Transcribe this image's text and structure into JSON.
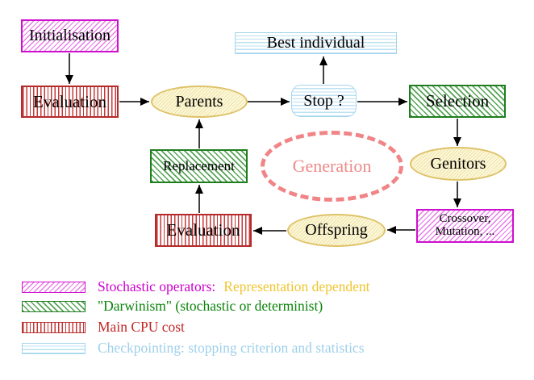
{
  "diagram": {
    "nodes": {
      "initialisation": {
        "label": "Initialisation",
        "style": "stochastic-operator"
      },
      "evaluation_top": {
        "label": "Evaluation",
        "style": "main-cpu-cost"
      },
      "parents": {
        "label": "Parents",
        "style": "population"
      },
      "best_individual": {
        "label": "Best individual",
        "style": "checkpointing"
      },
      "stop": {
        "label": "Stop ?",
        "style": "checkpointing"
      },
      "selection": {
        "label": "Selection",
        "style": "darwinism"
      },
      "genitors": {
        "label": "Genitors",
        "style": "population"
      },
      "crossover_mutation": {
        "line1": "Crossover,",
        "line2": "Mutation, ...",
        "style": "stochastic-operator"
      },
      "offspring": {
        "label": "Offspring",
        "style": "population"
      },
      "evaluation_bottom": {
        "label": "Evaluation",
        "style": "main-cpu-cost"
      },
      "replacement": {
        "label": "Replacement",
        "style": "darwinism"
      },
      "generation": {
        "label": "Generation",
        "style": "generation-loop"
      }
    },
    "edges": [
      {
        "from": "Initialisation",
        "to": "Evaluation"
      },
      {
        "from": "Evaluation",
        "to": "Parents"
      },
      {
        "from": "Parents",
        "to": "Stop ?"
      },
      {
        "from": "Stop ?",
        "to": "Best individual"
      },
      {
        "from": "Stop ?",
        "to": "Selection"
      },
      {
        "from": "Selection",
        "to": "Genitors"
      },
      {
        "from": "Genitors",
        "to": "Crossover, Mutation, ..."
      },
      {
        "from": "Crossover, Mutation, ...",
        "to": "Offspring"
      },
      {
        "from": "Offspring",
        "to": "Evaluation (bottom)"
      },
      {
        "from": "Evaluation (bottom)",
        "to": "Replacement"
      },
      {
        "from": "Replacement",
        "to": "Parents"
      }
    ]
  },
  "legend": {
    "items": [
      {
        "name": "stochastic-operators",
        "swatch": "magenta-diagonal-hatch",
        "label": "Stochastic operators:",
        "label_suffix": "Representation dependent"
      },
      {
        "name": "darwinism",
        "swatch": "green-diagonal-hatch",
        "label": "\"Darwinism\" (stochastic or determinist)"
      },
      {
        "name": "main-cpu-cost",
        "swatch": "red-vertical-stripes",
        "label": "Main CPU cost"
      },
      {
        "name": "checkpointing",
        "swatch": "cyan-horizontal-stripes",
        "label": "Checkpointing: stopping criterion and statistics"
      }
    ]
  },
  "colors": {
    "stochastic_magenta": "#CC00CC",
    "darwinism_green": "#0B830B",
    "cpu_red": "#C22626",
    "checkpoint_blue": "#9FD0EA",
    "population_yellow_border": "#DEC268",
    "representation_gold_text": "#EFC52F",
    "generation_salmon": "#F08080",
    "arrow_black": "#000000",
    "background": "#FFFFFF"
  }
}
